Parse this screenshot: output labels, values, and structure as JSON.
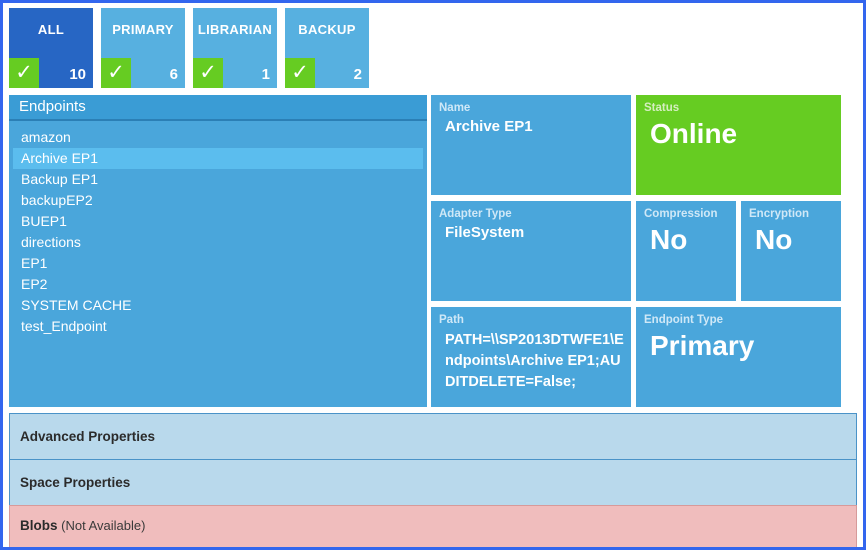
{
  "filters": [
    {
      "label": "ALL",
      "count": "10",
      "check": "check-icon",
      "active": true
    },
    {
      "label": "PRIMARY",
      "count": "6",
      "check": "check-icon",
      "active": false
    },
    {
      "label": "LIBRARIAN",
      "count": "1",
      "check": "check-icon",
      "active": false
    },
    {
      "label": "BACKUP",
      "count": "2",
      "check": "check-icon",
      "active": false
    }
  ],
  "endpoints_panel": {
    "header": "Endpoints",
    "items": [
      {
        "label": "amazon",
        "selected": false
      },
      {
        "label": "Archive EP1",
        "selected": true
      },
      {
        "label": "Backup EP1",
        "selected": false
      },
      {
        "label": "backupEP2",
        "selected": false
      },
      {
        "label": "BUEP1",
        "selected": false
      },
      {
        "label": "directions",
        "selected": false
      },
      {
        "label": "EP1",
        "selected": false
      },
      {
        "label": "EP2",
        "selected": false
      },
      {
        "label": "SYSTEM CACHE",
        "selected": false
      },
      {
        "label": "test_Endpoint",
        "selected": false
      }
    ]
  },
  "details": {
    "name": {
      "label": "Name",
      "value": "Archive EP1"
    },
    "status": {
      "label": "Status",
      "value": "Online"
    },
    "adapter_type": {
      "label": "Adapter Type",
      "value": "FileSystem"
    },
    "compression": {
      "label": "Compression",
      "value": "No"
    },
    "encryption": {
      "label": "Encryption",
      "value": "No"
    },
    "path": {
      "label": "Path",
      "value": "PATH=\\\\SP2013DTWFE1\\Endpoints\\Archive EP1;AUDITDELETE=False;"
    },
    "endpoint_type": {
      "label": "Endpoint Type",
      "value": "Primary"
    }
  },
  "panels": {
    "advanced": {
      "title": "Advanced Properties"
    },
    "space": {
      "title": "Space Properties"
    },
    "blobs": {
      "title": "Blobs",
      "note": " (Not Available)"
    }
  },
  "colors": {
    "accent_blue": "#4aa6db",
    "active_tile_blue": "#2766c4",
    "status_green": "#66cc22",
    "panel_light_blue": "#b9d9ec",
    "blobs_pink": "#f0bdbd",
    "window_border": "#3366ee"
  }
}
